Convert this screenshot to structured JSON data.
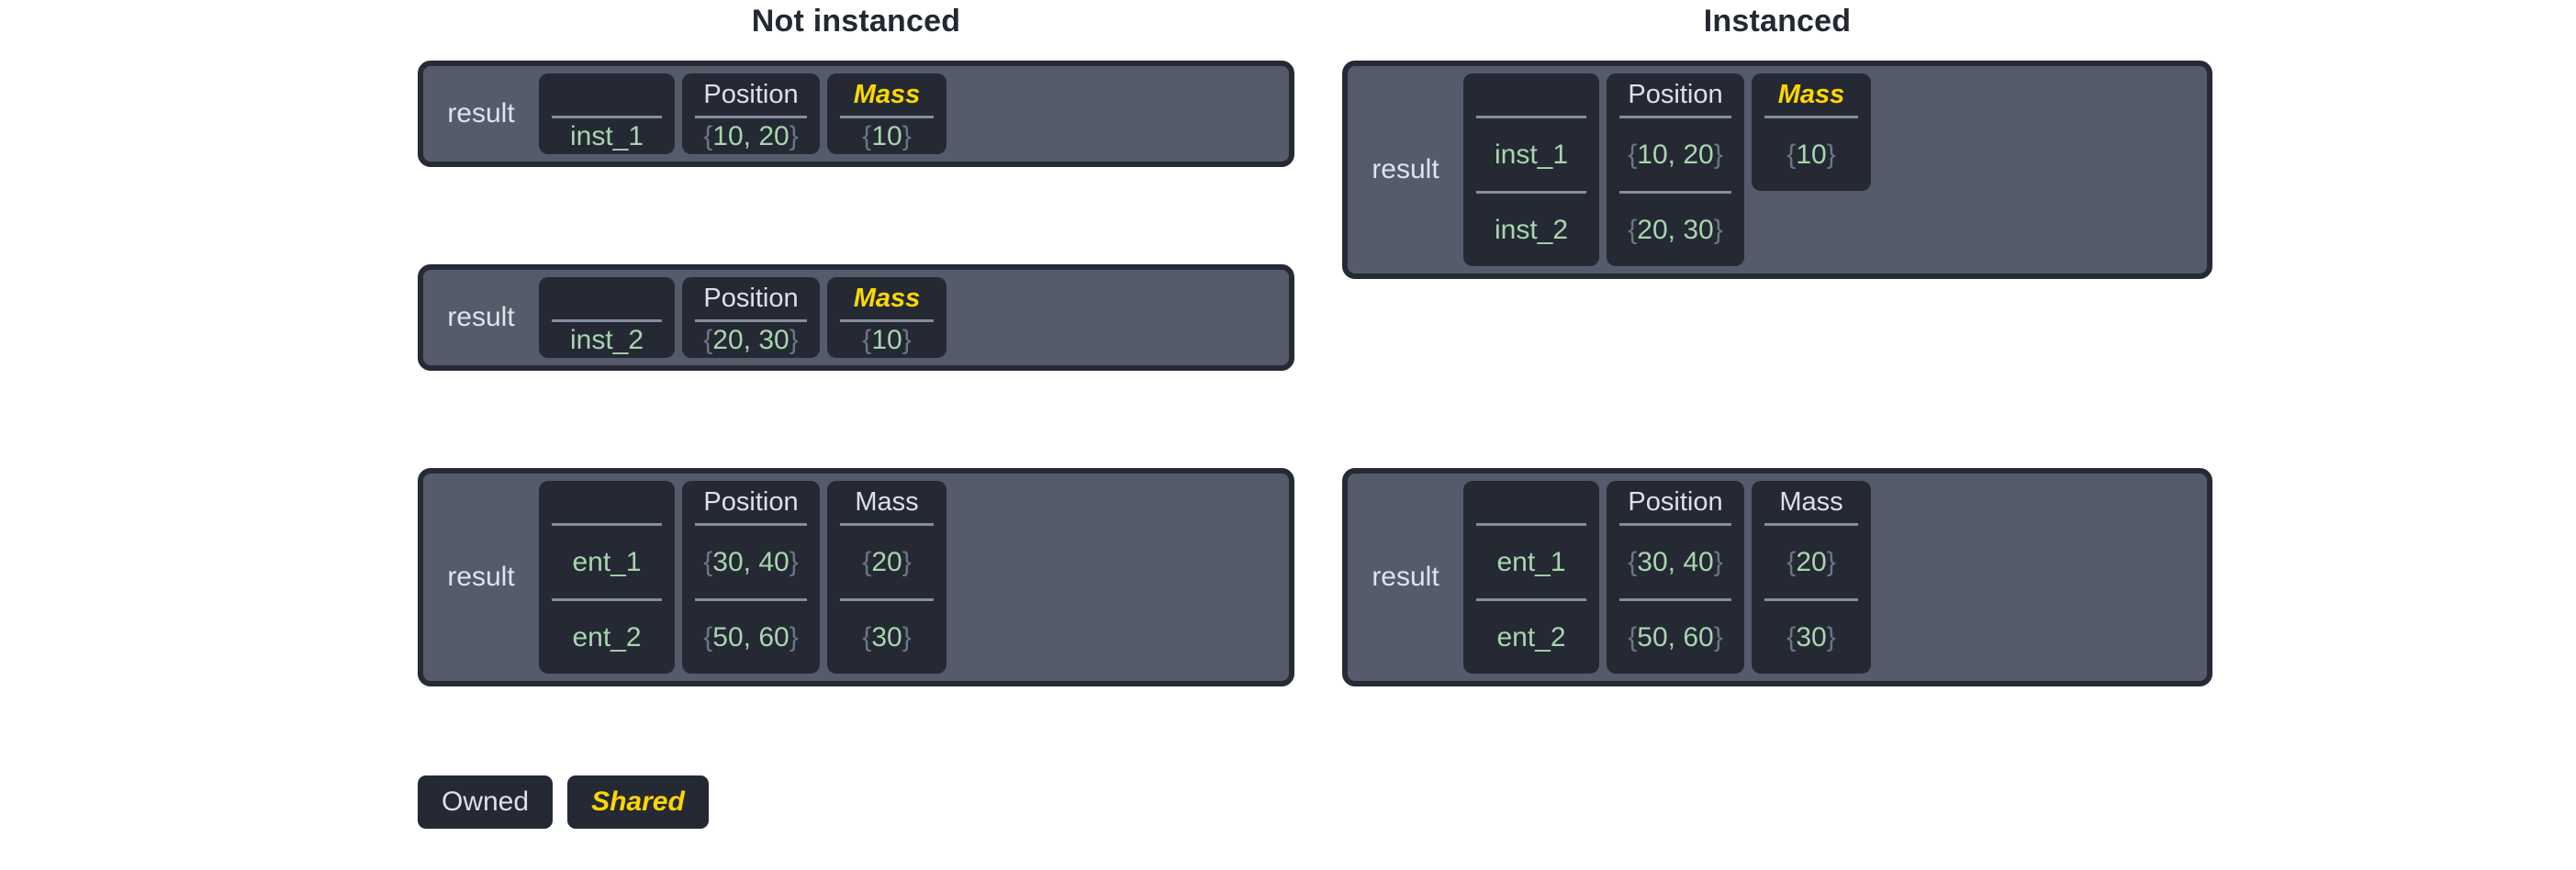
{
  "columns": {
    "left_title": "Not instanced",
    "right_title": "Instanced"
  },
  "labels": {
    "owner": "result",
    "header_name": "",
    "header_position": "Position",
    "header_mass": "Mass",
    "brace_open": "{",
    "brace_close": "}"
  },
  "legend": {
    "owned": "Owned",
    "shared": "Shared"
  },
  "colors": {
    "page_background": "#ffffff",
    "title_text": "#232833",
    "block_border": "#252a35",
    "block_fill": "#555b6b",
    "card_fill": "#242934",
    "owned_text": "#dce1e9",
    "shared_text": "#ffd700",
    "value_text": "#a8d5ae",
    "brace_text": "#6d7585",
    "rule": "#868d9c"
  },
  "not_instanced": {
    "blocks": [
      {
        "owner": "result",
        "rows": [
          {
            "name": "inst_1",
            "position": "{10, 20}",
            "mass": "{10}"
          }
        ],
        "name_header": "",
        "position_header": "Position",
        "mass_header": "Mass",
        "mass_shared": true,
        "mass_rows_covered": 1
      },
      {
        "owner": "result",
        "rows": [
          {
            "name": "inst_2",
            "position": "{20, 30}",
            "mass": "{10}"
          }
        ],
        "name_header": "",
        "position_header": "Position",
        "mass_header": "Mass",
        "mass_shared": true,
        "mass_rows_covered": 1
      },
      {
        "owner": "result",
        "rows": [
          {
            "name": "ent_1",
            "position": "{30, 40}",
            "mass": "{20}"
          },
          {
            "name": "ent_2",
            "position": "{50, 60}",
            "mass": "{30}"
          }
        ],
        "name_header": "",
        "position_header": "Position",
        "mass_header": "Mass",
        "mass_shared": false,
        "mass_rows_covered": 2
      }
    ]
  },
  "instanced": {
    "blocks": [
      {
        "owner": "result",
        "rows": [
          {
            "name": "inst_1",
            "position": "{10, 20}",
            "mass": "{10}"
          },
          {
            "name": "inst_2",
            "position": "{20, 30}",
            "mass": null
          }
        ],
        "name_header": "",
        "position_header": "Position",
        "mass_header": "Mass",
        "mass_shared": true,
        "mass_rows_covered": 1
      },
      {
        "owner": "result",
        "rows": [
          {
            "name": "ent_1",
            "position": "{30, 40}",
            "mass": "{20}"
          },
          {
            "name": "ent_2",
            "position": "{50, 60}",
            "mass": "{30}"
          }
        ],
        "name_header": "",
        "position_header": "Position",
        "mass_header": "Mass",
        "mass_shared": false,
        "mass_rows_covered": 2
      }
    ]
  }
}
